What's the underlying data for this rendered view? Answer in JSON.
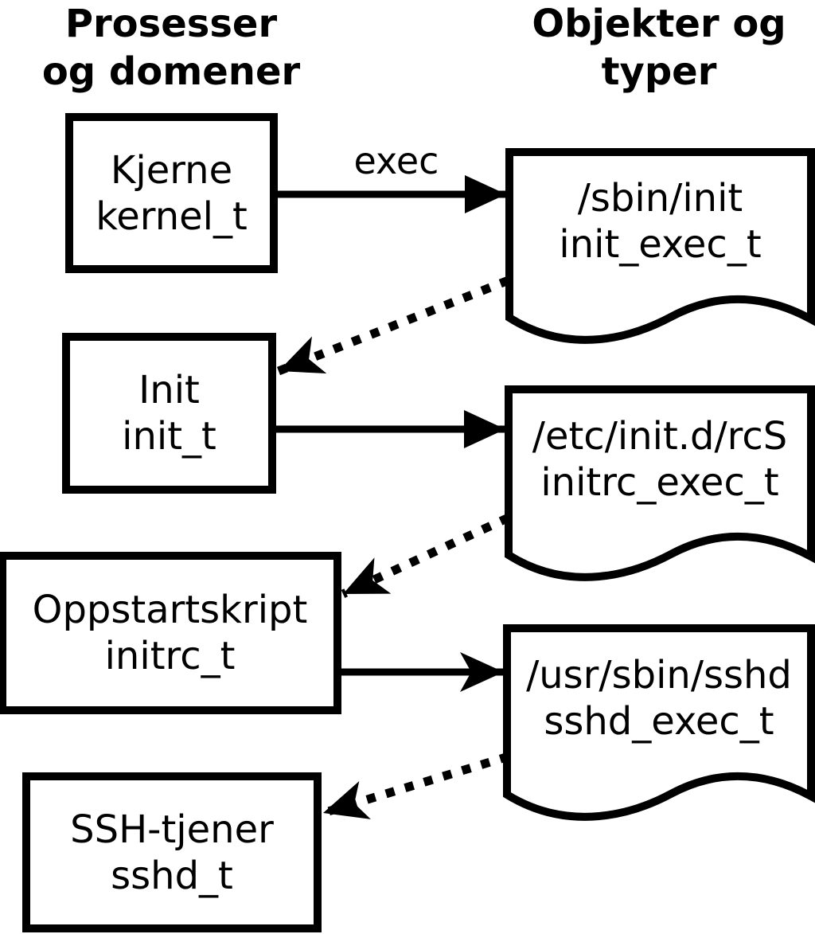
{
  "headers": {
    "processes_line1": "Prosesser",
    "processes_line2": "og domener",
    "objects_line1": "Objekter og",
    "objects_line2": "typer"
  },
  "nodes": {
    "processes": [
      {
        "label": "Kjerne",
        "type": "kernel_t"
      },
      {
        "label": "Init",
        "type": "init_t"
      },
      {
        "label": "Oppstartskript",
        "type": "initrc_t"
      },
      {
        "label": "SSH-tjener",
        "type": "sshd_t"
      }
    ],
    "objects": [
      {
        "label": "/sbin/init",
        "type": "init_exec_t"
      },
      {
        "label": "/etc/init.d/rcS",
        "type": "initrc_exec_t"
      },
      {
        "label": "/usr/sbin/sshd",
        "type": "sshd_exec_t"
      }
    ]
  },
  "edges": {
    "exec_label": "exec",
    "solid": [
      {
        "from": "kernel_t",
        "to": "init_exec_t"
      },
      {
        "from": "init_t",
        "to": "initrc_exec_t"
      },
      {
        "from": "initrc_t",
        "to": "sshd_exec_t"
      }
    ],
    "dotted": [
      {
        "from": "init_exec_t",
        "to": "init_t"
      },
      {
        "from": "initrc_exec_t",
        "to": "initrc_t"
      },
      {
        "from": "sshd_exec_t",
        "to": "sshd_t"
      }
    ]
  },
  "colors": {
    "foreground": "#000000",
    "background": "#ffffff"
  }
}
